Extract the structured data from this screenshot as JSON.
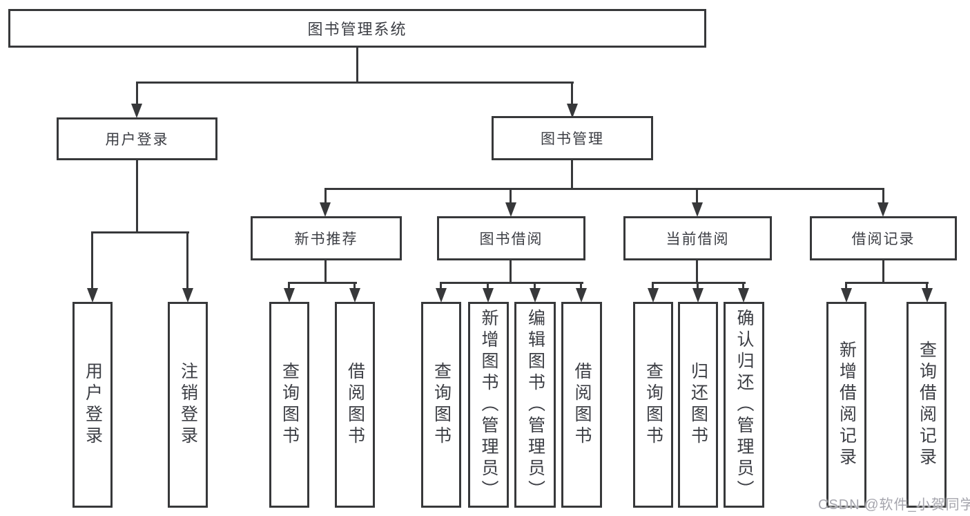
{
  "title": "图书管理系统",
  "watermark": "CSDN @软件_小贺同学",
  "colors": {
    "line": "#37383a",
    "text": "#3c3e44",
    "watermark": "#a5a5ad",
    "background": "#ffffff"
  },
  "tree": {
    "root": {
      "label": "图书管理系统"
    },
    "children": [
      {
        "label": "用户登录",
        "children": [
          {
            "label": "用户登录"
          },
          {
            "label": "注销登录"
          }
        ]
      },
      {
        "label": "图书管理",
        "children": [
          {
            "label": "新书推荐",
            "children": [
              {
                "label": "查询图书"
              },
              {
                "label": "借阅图书"
              }
            ]
          },
          {
            "label": "图书借阅",
            "children": [
              {
                "label": "查询图书"
              },
              {
                "label": "新增图书（管理员）"
              },
              {
                "label": "编辑图书（管理员）"
              },
              {
                "label": "借阅图书"
              }
            ]
          },
          {
            "label": "当前借阅",
            "children": [
              {
                "label": "查询图书"
              },
              {
                "label": "归还图书"
              },
              {
                "label": "确认归还（管理员）"
              }
            ]
          },
          {
            "label": "借阅记录",
            "children": [
              {
                "label": "新增借阅记录"
              },
              {
                "label": "查询借阅记录"
              }
            ]
          }
        ]
      }
    ]
  }
}
